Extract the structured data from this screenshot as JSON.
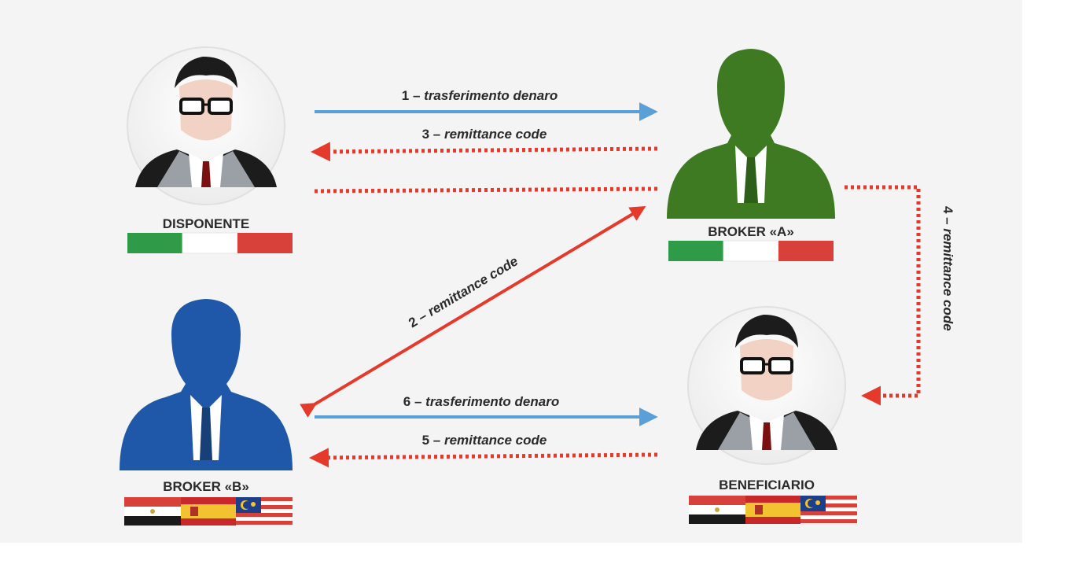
{
  "actors": {
    "disponente": "DISPONENTE",
    "broker_a": "BROKER «A»",
    "broker_b": "BROKER «B»",
    "beneficiario": "BENEFICIARIO"
  },
  "arrows": {
    "a1": {
      "num": "1 – ",
      "text": "trasferimento denaro"
    },
    "a2": {
      "num": "2 – ",
      "text": "remittance code"
    },
    "a3": {
      "num": "3 – ",
      "text": "remittance code"
    },
    "a4": {
      "num": "4 – ",
      "text": "remittance code"
    },
    "a5": {
      "num": "5 – ",
      "text": "remittance code"
    },
    "a6": {
      "num": "6 – ",
      "text": "trasferimento denaro"
    }
  },
  "colors": {
    "money_arrow": "#5b9fd8",
    "code_arrow": "#e53a2b",
    "broker_a": "#3d7a22",
    "broker_b": "#1f58a8",
    "flag_it_green": "#2f9a48",
    "flag_it_red": "#d8403a"
  },
  "flags": {
    "disponente": [
      "italy"
    ],
    "broker_a": [
      "italy"
    ],
    "broker_b": [
      "egypt",
      "spain",
      "malaysia"
    ],
    "beneficiario": [
      "egypt",
      "spain",
      "malaysia"
    ]
  }
}
